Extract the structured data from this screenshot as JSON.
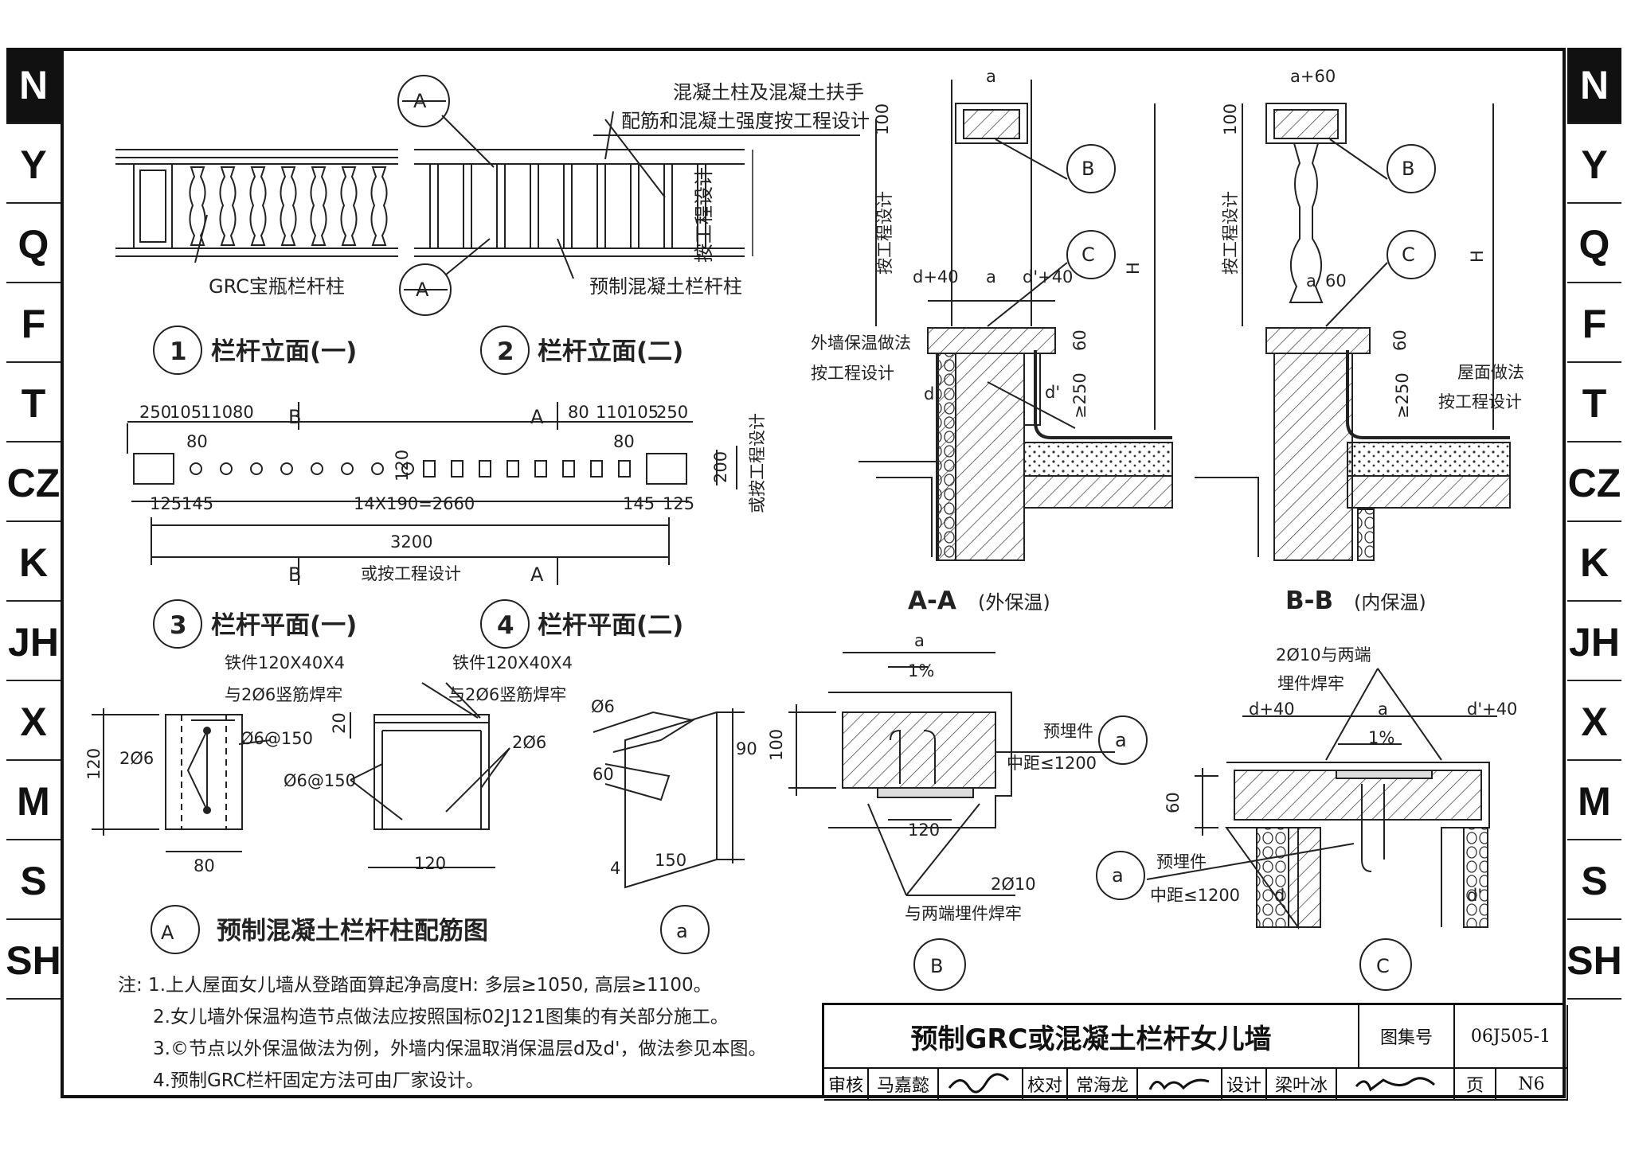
{
  "side_tabs": [
    "N",
    "Y",
    "Q",
    "F",
    "T",
    "CZ",
    "K",
    "JH",
    "X",
    "M",
    "S",
    "SH"
  ],
  "active_tab": "N",
  "callouts": {
    "top_note_1": "混凝土柱及混凝土扶手",
    "top_note_2": "配筋和混凝土强度按工程设计",
    "grc_label": "GRC宝瓶栏杆柱",
    "precast_label": "预制混凝土栏杆柱",
    "vertical_design": "按工程设计",
    "or_design": "或按工程设计",
    "iron_1": "铁件120X40X4",
    "iron_1b": "与2Ø6竖筋焊牢",
    "iron_2": "铁件120X40X4",
    "iron_2b": "与2Ø6竖筋焊牢",
    "outer_insul_1": "外墙保温做法",
    "outer_insul_2": "按工程设计",
    "roof_1": "屋面做法",
    "roof_2": "按工程设计",
    "embed_1": "预埋件",
    "embed_1b": "中距≤1200",
    "embed_2": "预埋件",
    "embed_2b": "中距≤1200",
    "weld_1": "2Ø10",
    "weld_1b": "与两端埋件焊牢",
    "weld_2": "2Ø10与两端",
    "weld_2b": "埋件焊牢"
  },
  "markers": {
    "A": "A",
    "B": "B",
    "C": "C",
    "a": "a",
    "n1": "1",
    "n2": "2",
    "n3": "3",
    "n4": "4"
  },
  "titles": {
    "t1": "栏杆立面(一)",
    "t2": "栏杆立面(二)",
    "t3": "栏杆平面(一)",
    "t4": "栏杆平面(二)",
    "tA": "预制混凝土栏杆柱配筋图",
    "aa": "A-A",
    "aa_sub": "(外保温)",
    "bb": "B-B",
    "bb_sub": "(内保温)"
  },
  "dims": {
    "d250": "250",
    "d105": "105",
    "d110": "110",
    "d80": "80",
    "d80b": "80",
    "d110b": "110",
    "d105b": "105",
    "d250b": "250",
    "d80c": "80",
    "d80d": "80",
    "d120": "120",
    "d200": "200",
    "d125": "125",
    "d145": "145",
    "span": "14X190=2660",
    "d145b": "145",
    "d125b": "125",
    "total": "3200",
    "secB": "B",
    "secA": "A",
    "a": "a",
    "a60": "a+60",
    "h100": "100",
    "h100b": "100",
    "d40": "d+40",
    "dp40": "d'+40",
    "H": "H",
    "H2": "H",
    "s60": "60",
    "s60b": "60",
    "ge250": "≥250",
    "ge250b": "≥250",
    "d": "d",
    "dprime": "d'",
    "p60": "60",
    "rA120": "120",
    "rA80": "80",
    "r2o6": "2Ø6",
    "o150": "Ø6@150",
    "r20": "20",
    "o150b": "Ø6@150",
    "r2o6b": "2Ø6",
    "rB120": "120",
    "o6": "Ø6",
    "m60": "60",
    "m90": "90",
    "m4": "4",
    "m150": "150",
    "pct": "1%",
    "b100": "100",
    "b120": "120",
    "ca": "a",
    "cpct": "1%",
    "cd40": "d+40",
    "cdp40": "d'+40",
    "c60": "60",
    "cd": "d",
    "cdp": "d'"
  },
  "notes": [
    "注: 1.上人屋面女儿墙从登踏面算起净高度H: 多层≥1050, 高层≥1100。",
    "2.女儿墙外保温构造节点做法应按照国标02J121图集的有关部分施工。",
    "3.©节点以外保温做法为例，外墙内保温取消保温层d及d'，做法参见本图。",
    "4.预制GRC栏杆固定方法可由厂家设计。"
  ],
  "titleblock": {
    "title": "预制GRC或混凝土栏杆女儿墙",
    "atlas_label": "图集号",
    "atlas_no": "06J505-1",
    "page_label": "页",
    "page_no": "N6",
    "review_label": "审核",
    "reviewer": "马嘉懿",
    "check_label": "校对",
    "checker": "常海龙",
    "design_label": "设计",
    "designer": "梁叶冰"
  }
}
